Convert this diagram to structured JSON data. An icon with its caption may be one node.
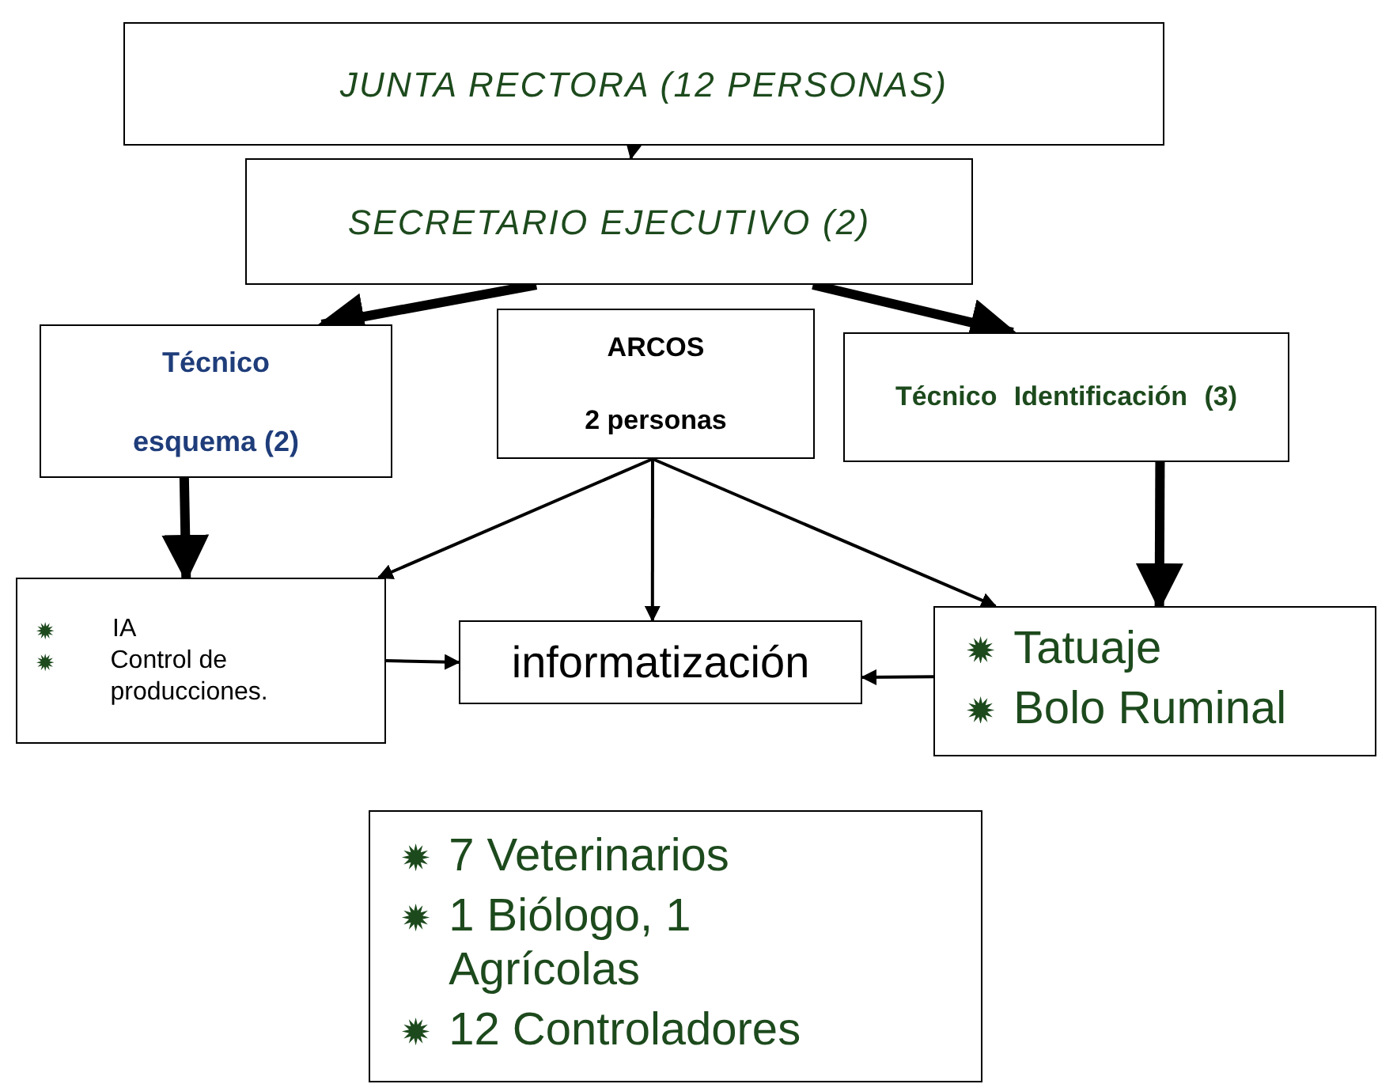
{
  "diagram": {
    "nodes": [
      {
        "text": [
          "JUNTA RECTORA (12 PERSONAS)"
        ]
      },
      {
        "text": [
          "SECRETARIO EJECUTIVO (2)"
        ]
      },
      {
        "text": [
          "Técnico esquema (2)"
        ]
      },
      {
        "text": [
          "ARCOS",
          "2 personas"
        ]
      },
      {
        "text": [
          "Técnico Identificación (3)"
        ]
      },
      {
        "text": [
          "IA",
          "Control de producciones."
        ]
      },
      {
        "text": [
          "informatización"
        ]
      },
      {
        "text": [
          "Tatuaje",
          "Bolo Ruminal"
        ]
      },
      {
        "text": [
          "7 Veterinarios",
          "1 Biólogo, 1 Agrícolas",
          "12 Controladores"
        ]
      }
    ],
    "edges": [
      {
        "from": 0,
        "to": 1,
        "arrow": "to"
      },
      {
        "from": 1,
        "to": 2,
        "arrow": "to",
        "style": "thick"
      },
      {
        "from": 1,
        "to": 4,
        "arrow": "to",
        "style": "thick"
      },
      {
        "from": 2,
        "to": 5,
        "arrow": "to",
        "style": "thick"
      },
      {
        "from": 4,
        "to": 7,
        "arrow": "to",
        "style": "thick"
      },
      {
        "from": 3,
        "to": 5,
        "arrow": "to"
      },
      {
        "from": 3,
        "to": 6,
        "arrow": "to"
      },
      {
        "from": 3,
        "to": 7,
        "arrow": "to"
      },
      {
        "from": 5,
        "to": 6,
        "arrow": "to"
      },
      {
        "from": 7,
        "to": 6,
        "arrow": "to"
      }
    ]
  }
}
